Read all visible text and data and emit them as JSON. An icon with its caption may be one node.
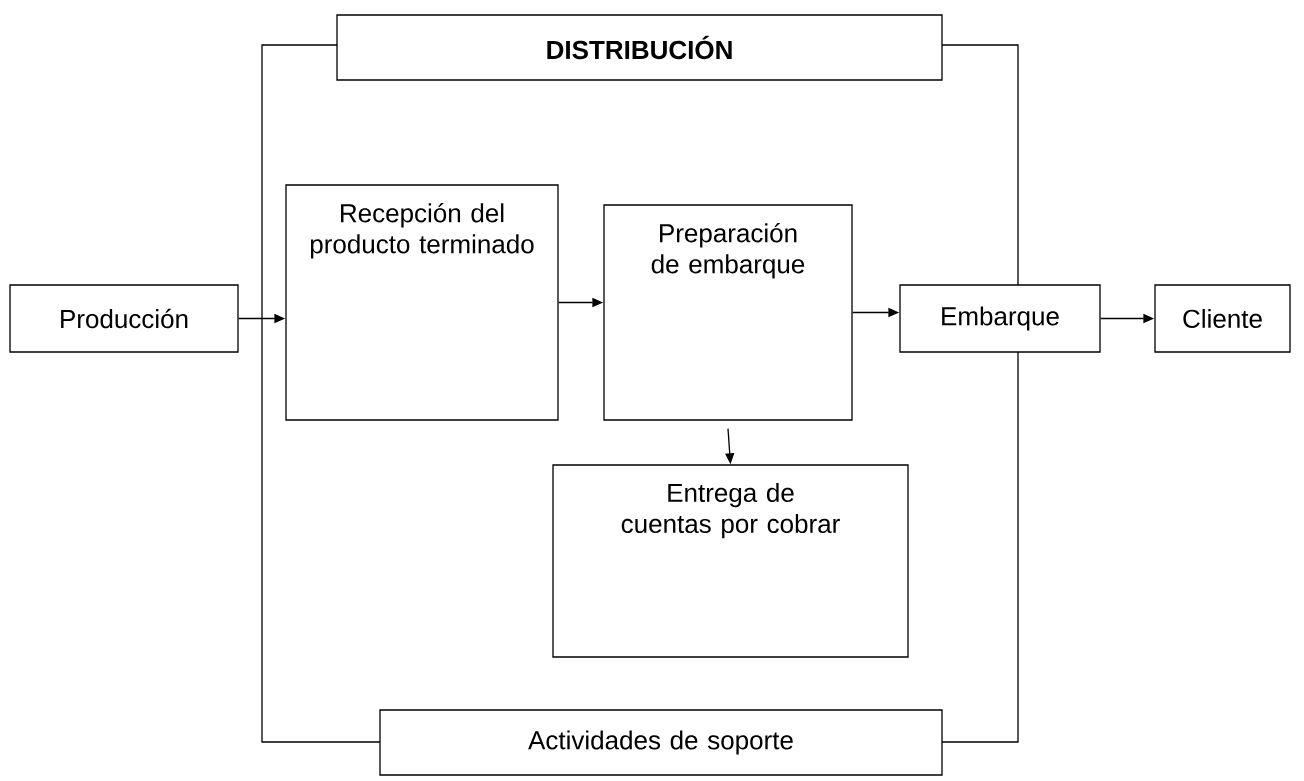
{
  "diagram": {
    "nodes": [
      {
        "text": [
          "DISTRIBUCIÓN"
        ]
      },
      {
        "text": [
          "Producción"
        ]
      },
      {
        "text": [
          "Recepción del producto terminado"
        ]
      },
      {
        "text": [
          "Preparación de embarque"
        ]
      },
      {
        "text": [
          "Embarque"
        ]
      },
      {
        "text": [
          "Cliente"
        ]
      },
      {
        "text": [
          "Entrega de cuentas por cobrar"
        ]
      },
      {
        "text": [
          "Actividades de soporte"
        ]
      }
    ],
    "edges": [
      {
        "from": 1,
        "to": 2,
        "arrow": "to"
      },
      {
        "from": 2,
        "to": 3,
        "arrow": "to"
      },
      {
        "from": 3,
        "to": 4,
        "arrow": "to"
      },
      {
        "from": 4,
        "to": 5,
        "arrow": "to"
      },
      {
        "from": 3,
        "to": 6,
        "arrow": "to"
      }
    ]
  }
}
